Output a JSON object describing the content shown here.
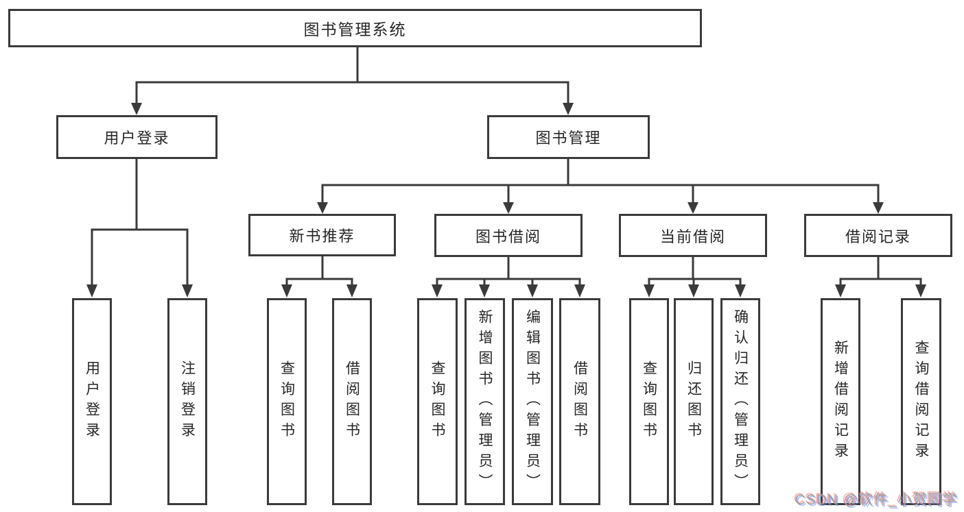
{
  "diagram": {
    "type": "tree",
    "root": {
      "label": "图书管理系统",
      "children": [
        {
          "label": "用户登录",
          "children": [
            {
              "label": "用户登录"
            },
            {
              "label": "注销登录"
            }
          ]
        },
        {
          "label": "图书管理",
          "children": [
            {
              "label": "新书推荐",
              "children": [
                {
                  "label": "查询图书"
                },
                {
                  "label": "借阅图书"
                }
              ]
            },
            {
              "label": "图书借阅",
              "children": [
                {
                  "label": "查询图书"
                },
                {
                  "label": "新增图书（管理员）"
                },
                {
                  "label": "编辑图书（管理员）"
                },
                {
                  "label": "借阅图书"
                }
              ]
            },
            {
              "label": "当前借阅",
              "children": [
                {
                  "label": "查询图书"
                },
                {
                  "label": "归还图书"
                },
                {
                  "label": "确认归还（管理员）"
                }
              ]
            },
            {
              "label": "借阅记录",
              "children": [
                {
                  "label": "新增借阅记录"
                },
                {
                  "label": "查询借阅记录"
                }
              ]
            }
          ]
        }
      ]
    },
    "watermark": "CSDN @软件_小贺同学",
    "colors": {
      "line": "#3a3a3a",
      "box_border": "#3a3a3a",
      "text": "#262626",
      "background": "#ffffff",
      "watermark_gray": "#a0a0a0",
      "watermark_fringe_red": "#ec6a6a",
      "watermark_fringe_blue": "#688af7"
    }
  }
}
